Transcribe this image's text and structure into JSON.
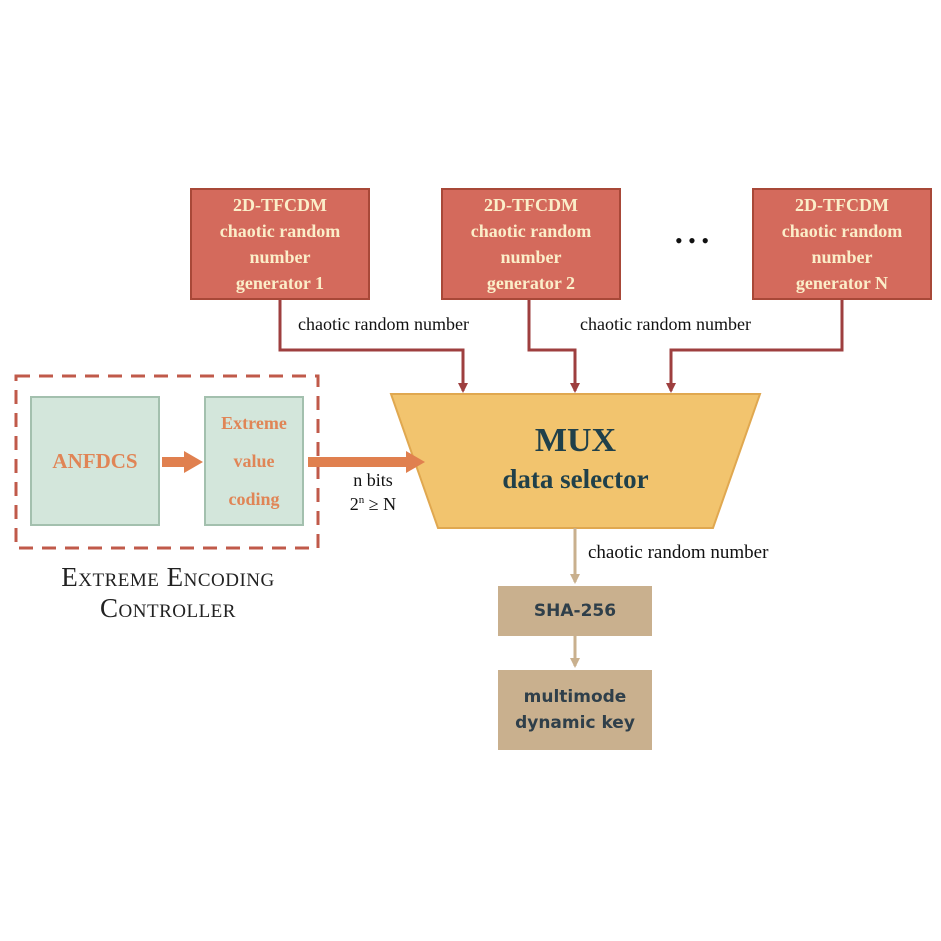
{
  "generators": [
    {
      "line1": "2D-TFCDM",
      "line2": "chaotic random",
      "line3": "number",
      "line4": "generator 1"
    },
    {
      "line1": "2D-TFCDM",
      "line2": "chaotic random",
      "line3": "number",
      "line4": "generator 2"
    },
    {
      "line1": "2D-TFCDM",
      "line2": "chaotic random",
      "line3": "number",
      "line4": "generator N"
    }
  ],
  "ellipsis": "• • •",
  "labels": {
    "crn_left": "chaotic random number",
    "crn_right": "chaotic random number",
    "crn_bottom": "chaotic random number",
    "n_bits": "n bits",
    "condition_base": "2",
    "condition_exp": "n",
    "condition_rest": " ≥ N"
  },
  "controller": {
    "anfdcs": "ANFDCS",
    "evc_line1": "Extreme",
    "evc_line2": "value",
    "evc_line3": "coding",
    "title_line1": "Extreme Encoding",
    "title_line2": "Controller"
  },
  "mux": {
    "title": "MUX",
    "subtitle": "data selector"
  },
  "sha": "SHA-256",
  "key": {
    "line1": "multimode",
    "line2": "dynamic key"
  },
  "colors": {
    "generator_fill": "#d46a5c",
    "arrow_dark_red": "#9e3f3f",
    "mux_fill": "#f2c46e",
    "controller_fill": "#d3e6db",
    "orange_arrow": "#e0804f",
    "tan_fill": "#c9b08e"
  }
}
